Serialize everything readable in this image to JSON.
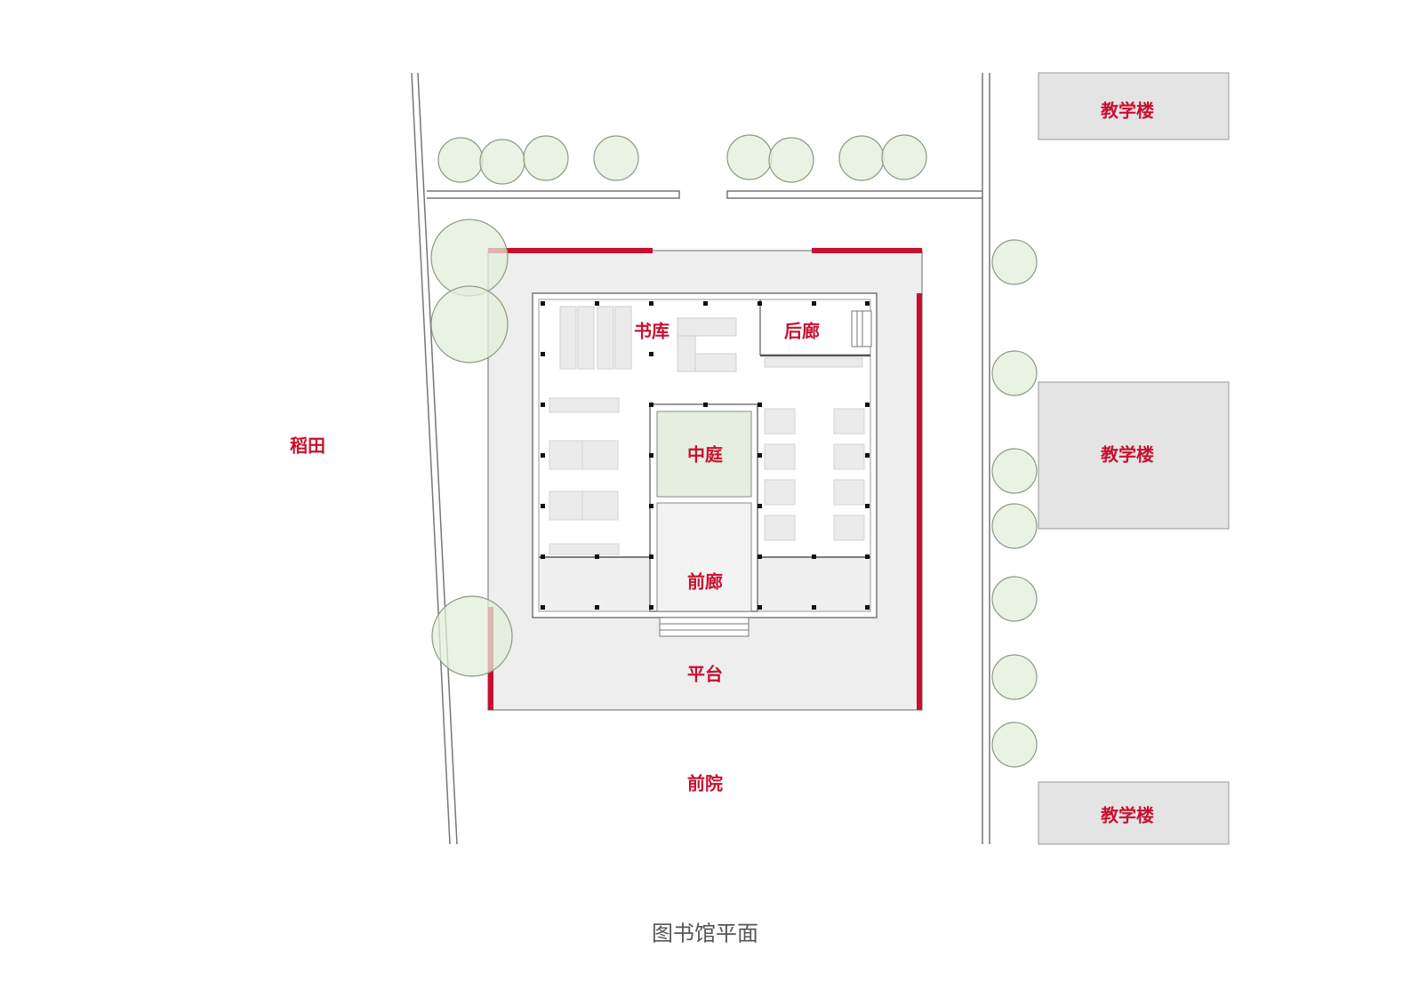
{
  "labels": {
    "paddy": "稻田",
    "stacks": "书库",
    "back_corridor": "后廊",
    "courtyard": "中庭",
    "front_corridor": "前廊",
    "platform": "平台",
    "front_yard": "前院",
    "teaching_1": "教学楼",
    "teaching_2": "教学楼",
    "teaching_3": "教学楼"
  },
  "caption": "图书馆平面",
  "colors": {
    "accent_red": "#c8102e",
    "tree_fill": "#e3eedb",
    "tree_stroke": "#8a9a82",
    "building_fill": "#e4e4e4",
    "paving_fill": "#eeeeee",
    "courtyard_fill": "#e6efdf",
    "furniture_fill": "#ebebeb",
    "line": "#777777"
  }
}
